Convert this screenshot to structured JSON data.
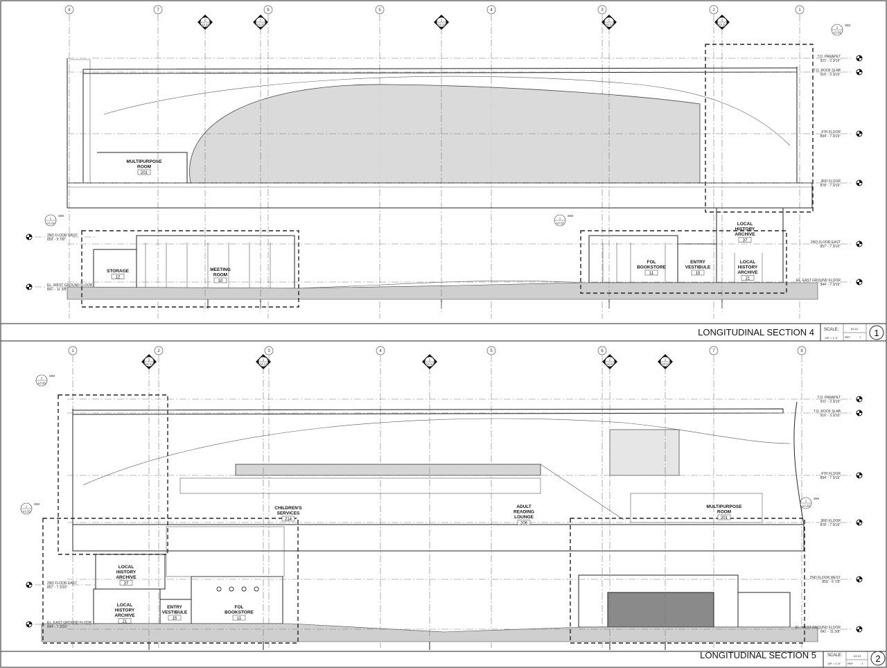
{
  "sections": [
    {
      "title": "LONGITUDINAL SECTION 4",
      "scale_label": "SCALE:",
      "scale_value": "1/8\" = 1'-0\"",
      "sheet_ref": "A3.12",
      "ref_label": "REF.",
      "ref_value": "1",
      "number": "1",
      "grid_labels": [
        "8",
        "7",
        "6",
        "5",
        "4",
        "3",
        "2",
        "1"
      ],
      "section_markers": [
        {
          "num": "2",
          "sheet": "A3.11"
        },
        {
          "num": "1",
          "sheet": "A3.11"
        },
        {
          "num": "1",
          "sheet": "A3.13"
        },
        {
          "num": "1",
          "sheet": "A3.13"
        },
        {
          "num": "2",
          "sheet": "A3.11"
        }
      ],
      "detail_callouts": [
        {
          "num": "2",
          "sheet": "A3.56",
          "note": "SIM"
        },
        {
          "num": "1",
          "sheet": "A3.24",
          "note": "SIM"
        },
        {
          "num": "1",
          "sheet": "A3.25",
          "note": "SIM"
        }
      ],
      "levels_right": [
        {
          "name": "T.O. PARAPET",
          "elev": "921' - 3 3/16\""
        },
        {
          "name": "T.O. ROOF SLAB",
          "elev": "916' - 3 3/16\""
        },
        {
          "name": "4TH FLOOR",
          "elev": "894' - 7 3/16\""
        },
        {
          "name": "3RD FLOOR",
          "elev": "878' - 7 3/16\""
        },
        {
          "name": "2ND FLOOR EAST",
          "elev": "857' - 7 3/16\""
        },
        {
          "name": "EL. EAST GROUND FLOOR",
          "elev": "844' - 7 3/16\""
        }
      ],
      "levels_left": [
        {
          "name": "2ND FLOOR WEST",
          "elev": "859' - 6 7/8\""
        },
        {
          "name": "EL. WEST GROUND FLOOR",
          "elev": "841' - 11 3/8\""
        }
      ],
      "rooms": [
        {
          "name": [
            "MULTIPURPOSE",
            "ROOM"
          ],
          "number": "201"
        },
        {
          "name": [
            "STORAGE"
          ],
          "number": "12"
        },
        {
          "name": [
            "MEETING",
            "ROOM"
          ],
          "number": "10"
        },
        {
          "name": [
            "FOL",
            "BOOKSTORE"
          ],
          "number": "11"
        },
        {
          "name": [
            "ENTRY",
            "VESTIBULE"
          ],
          "number": "15"
        },
        {
          "name": [
            "LOCAL",
            "HISTORY",
            "ARCHIVE"
          ],
          "number": "21"
        },
        {
          "name": [
            "LOCAL",
            "HISTORY",
            "ARCHIVE"
          ],
          "number": "37"
        }
      ]
    },
    {
      "title": "LONGITUDINAL SECTION 5",
      "scale_label": "SCALE:",
      "scale_value": "1/8\" = 1'-0\"",
      "sheet_ref": "A3.13",
      "ref_label": "REF.",
      "ref_value": "1",
      "number": "2",
      "grid_labels": [
        "1",
        "2",
        "3",
        "4",
        "5",
        "6",
        "7",
        "8"
      ],
      "section_markers": [
        {
          "num": "2",
          "sheet": "A3.13"
        },
        {
          "num": "1",
          "sheet": "A3.13"
        },
        {
          "num": "1",
          "sheet": "A3.13"
        },
        {
          "num": "2",
          "sheet": "A3.11"
        },
        {
          "num": "1",
          "sheet": "A3.11"
        }
      ],
      "detail_callouts": [
        {
          "num": "2",
          "sheet": "A3.56",
          "note": "SIM"
        },
        {
          "num": "1",
          "sheet": "A3.25",
          "note": "SIM"
        },
        {
          "num": "1",
          "sheet": "A3.26",
          "note": "SIM"
        }
      ],
      "levels_right": [
        {
          "name": "T.O. PARAPET",
          "elev": "921' - 3 3/16\""
        },
        {
          "name": "T.O. ROOF SLAB",
          "elev": "916' - 3 3/16\""
        },
        {
          "name": "4TH FLOOR",
          "elev": "894' - 7 3/16\""
        },
        {
          "name": "3RD FLOOR",
          "elev": "878' - 7 3/16\""
        },
        {
          "name": "2ND FLOOR WEST",
          "elev": "859' - 6 7/8\""
        },
        {
          "name": "EL. WEST GROUND FLOOR",
          "elev": "841' - 11 3/8\""
        }
      ],
      "levels_left": [
        {
          "name": "2ND FLOOR EAST",
          "elev": "857' - 7 3/16\""
        },
        {
          "name": "EL. EAST GROUND FLOOR",
          "elev": "844' - 7 3/16\""
        }
      ],
      "rooms": [
        {
          "name": [
            "CHILDREN'S",
            "SERVICES"
          ],
          "number": "214"
        },
        {
          "name": [
            "ADULT",
            "READING",
            "LOUNGE"
          ],
          "number": "206"
        },
        {
          "name": [
            "MULTIPURPOSE",
            "ROOM"
          ],
          "number": "201"
        },
        {
          "name": [
            "LOCAL",
            "HISTORY",
            "ARCHIVE"
          ],
          "number": "37"
        },
        {
          "name": [
            "LOCAL",
            "HISTORY",
            "ARCHIVE"
          ],
          "number": "21"
        },
        {
          "name": [
            "ENTRY",
            "VESTIBULE"
          ],
          "number": "15"
        },
        {
          "name": [
            "FOL",
            "BOOKSTORE"
          ],
          "number": "11"
        }
      ]
    }
  ]
}
